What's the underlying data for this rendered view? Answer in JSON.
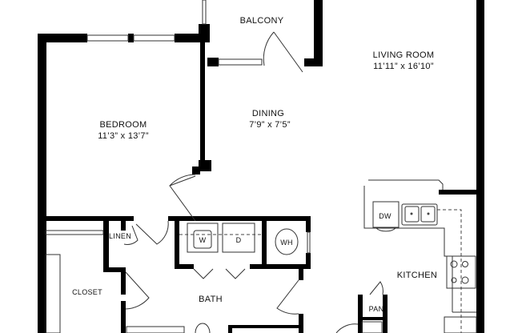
{
  "rooms": {
    "balcony": {
      "name": "BALCONY"
    },
    "living_room": {
      "name": "LIVING ROOM",
      "size": "11’11” x 16’10”"
    },
    "dining": {
      "name": "DINING",
      "size": "7’9” x 7’5”"
    },
    "bedroom": {
      "name": "BEDROOM",
      "size": "11’3” x 13’7”"
    },
    "kitchen": {
      "name": "KITCHEN"
    },
    "bath": {
      "name": "BATH"
    },
    "closet": {
      "name": "CLOSET"
    },
    "linen": {
      "name": "LINEN"
    },
    "pantry": {
      "name": "PAN"
    }
  },
  "fixtures": {
    "dishwasher": "DW",
    "washer": "W",
    "dryer": "D",
    "water_heater": "WH"
  }
}
